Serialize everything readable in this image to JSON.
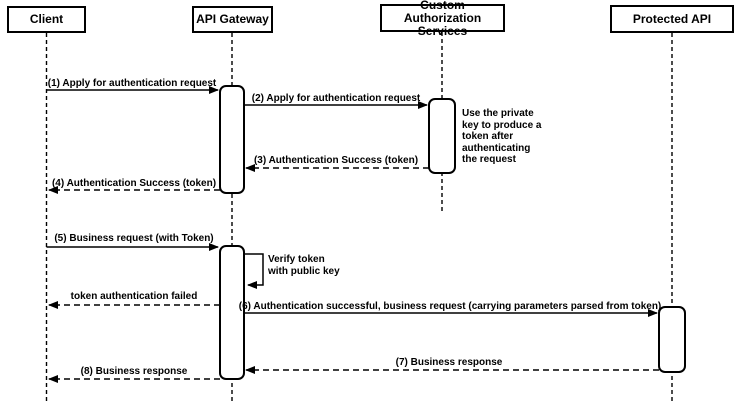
{
  "diagram": {
    "type": "sequence-diagram",
    "actors": [
      {
        "id": "client",
        "label": "Client"
      },
      {
        "id": "api-gateway",
        "label": "API Gateway"
      },
      {
        "id": "custom-authorization-services",
        "label": "Custom Authorization\nServices"
      },
      {
        "id": "protected-api",
        "label": "Protected API"
      }
    ],
    "messages": [
      {
        "label": "(1) Apply for authentication request",
        "from": "Client",
        "to": "API Gateway",
        "style": "solid"
      },
      {
        "label": "(2) Apply for authentication request",
        "from": "API Gateway",
        "to": "Custom Authorization Services",
        "style": "solid"
      },
      {
        "label": "(3) Authentication Success (token)",
        "from": "Custom Authorization Services",
        "to": "API Gateway",
        "style": "dashed"
      },
      {
        "label": "(4) Authentication Success (token)",
        "from": "API Gateway",
        "to": "Client",
        "style": "dashed"
      },
      {
        "label": "(5) Business request (with Token)",
        "from": "Client",
        "to": "API Gateway",
        "style": "solid"
      },
      {
        "label": "token authentication failed",
        "from": "API Gateway",
        "to": "Client",
        "style": "dashed"
      },
      {
        "label": "(6) Authentication successful, business request (carrying parameters parsed from token)",
        "from": "API Gateway",
        "to": "Protected API",
        "style": "solid"
      },
      {
        "label": "(7) Business response",
        "from": "Protected API",
        "to": "API Gateway",
        "style": "dashed"
      },
      {
        "label": "(8) Business response",
        "from": "API Gateway",
        "to": "Client",
        "style": "dashed"
      }
    ],
    "self_message": {
      "label": "Verify token\nwith public key",
      "actor": "API Gateway",
      "style": "solid"
    },
    "note": {
      "text": "Use the private\nkey to produce a\ntoken after\nauthenticating\nthe request",
      "actor": "Custom Authorization Services"
    },
    "colors": {
      "stroke": "#000000",
      "fill": "#ffffff",
      "background": "#ffffff"
    }
  }
}
